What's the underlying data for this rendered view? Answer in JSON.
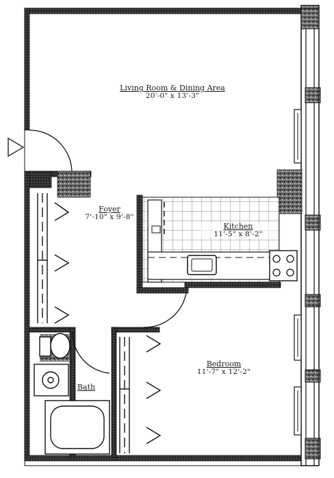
{
  "rooms": {
    "living": {
      "name": "Living Room & Dining Area",
      "dims": "20'-0\" x 13'-3\""
    },
    "foyer": {
      "name": "Foyer",
      "dims": "7'-10\" x 9'-8\""
    },
    "kitchen": {
      "name": "Kitchen",
      "dims": "11'-5\" x 8'-2\""
    },
    "bedroom": {
      "name": "Bedroom",
      "dims": "11'-7\" x 12'-2\""
    },
    "bath": {
      "name": "Bath"
    }
  },
  "colors": {
    "wall": "#1c1c1c",
    "hatch": "#3a3a3a",
    "tile": "#9a9a9a"
  }
}
